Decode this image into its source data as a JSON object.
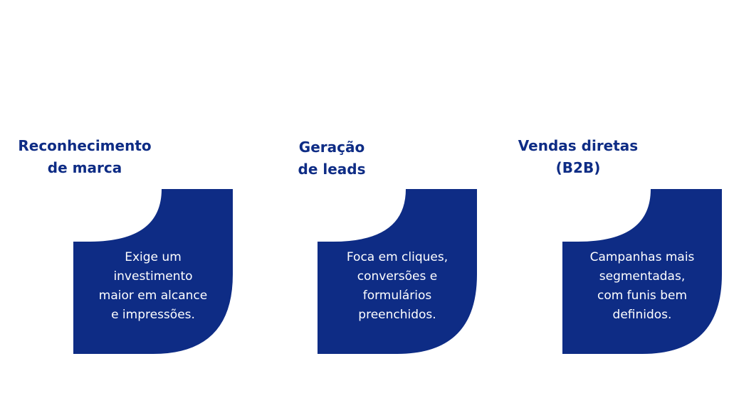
{
  "colors": {
    "heading": "#0e2c85",
    "card": "#0e2c85",
    "card_text": "#ffffff",
    "background": "#ffffff"
  },
  "items": [
    {
      "title_lines": [
        "Reconhecimento",
        "de marca"
      ],
      "body_lines": [
        "Exige um",
        "investimento",
        "maior em alcance",
        "e impressões."
      ]
    },
    {
      "title_lines": [
        "Geração",
        "de leads"
      ],
      "body_lines": [
        "Foca em cliques,",
        "conversões e",
        "formulários",
        "preenchidos."
      ]
    },
    {
      "title_lines": [
        "Vendas diretas",
        "(B2B)"
      ],
      "body_lines": [
        "Campanhas mais",
        "segmentadas,",
        "com funis bem",
        "definidos."
      ]
    }
  ]
}
